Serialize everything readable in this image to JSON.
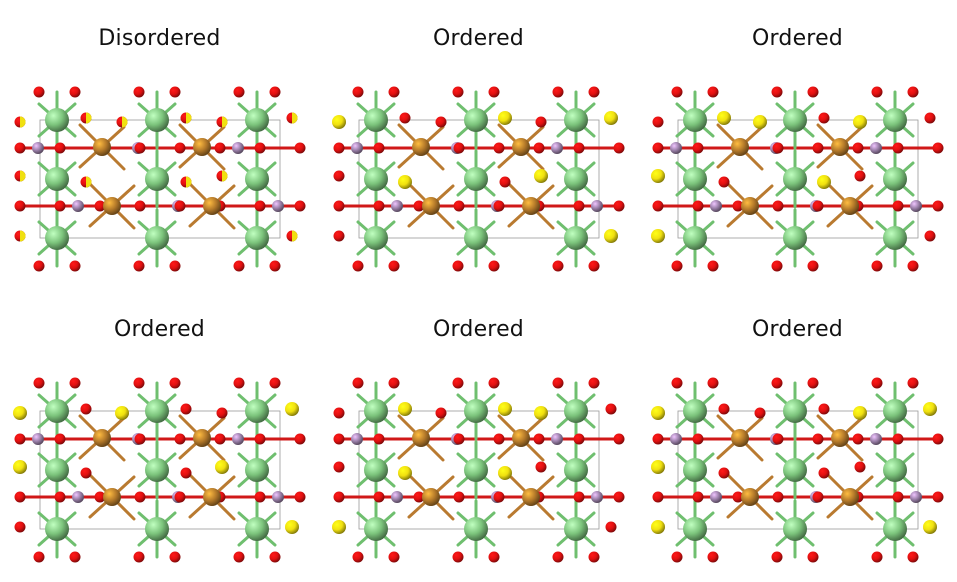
{
  "panels": [
    {
      "title": "Disordered",
      "variant": "disordered",
      "ordering": []
    },
    {
      "title": "Ordered",
      "variant": "ordered",
      "ordering": [
        0,
        3,
        5,
        7,
        9,
        11
      ]
    },
    {
      "title": "Ordered",
      "variant": "ordered",
      "ordering": [
        1,
        2,
        4,
        6,
        8,
        10
      ]
    },
    {
      "title": "Ordered",
      "variant": "ordered",
      "ordering": [
        0,
        2,
        5,
        6,
        9,
        11
      ]
    },
    {
      "title": "Ordered",
      "variant": "ordered",
      "ordering": [
        1,
        3,
        4,
        7,
        8,
        10
      ]
    },
    {
      "title": "Ordered",
      "variant": "ordered",
      "ordering": [
        0,
        4,
        5,
        6,
        10,
        11
      ]
    }
  ],
  "colors": {
    "green_atom": "#7cc47c",
    "brown_atom": "#b57a2a",
    "red_atom": "#e01010",
    "yellow_atom": "#f0e010",
    "purple_atom": "#9a7fa8",
    "bond_red": "#d01818",
    "bond_green": "#6fbf6f",
    "bond_brown": "#b97a30",
    "cell_line": "#999999",
    "background": "#ffffff",
    "title_text": "#111111"
  }
}
